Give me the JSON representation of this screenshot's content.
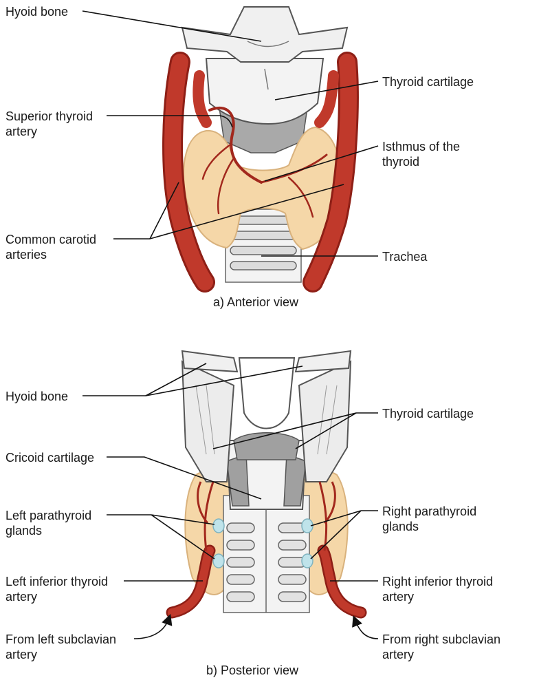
{
  "colors": {
    "artery": "#c0392b",
    "artery_dark": "#8e1f16",
    "thyroid": "#f5d7a8",
    "thyroid_edge": "#d9b27d",
    "cartilage": "#f3f3f3",
    "cartilage_edge": "#5a5a5a",
    "muscle": "#9a9a9a",
    "parathyroid": "#bfe3ea",
    "line": "#111111"
  },
  "anterior": {
    "caption": "a) Anterior view",
    "labels": {
      "hyoid_bone": "Hyoid bone",
      "thyroid_cartilage": "Thyroid cartilage",
      "superior_thyroid_artery": "Superior thyroid\nartery",
      "isthmus": "Isthmus of the\nthyroid",
      "common_carotid": "Common carotid\narteries",
      "trachea": "Trachea"
    }
  },
  "posterior": {
    "caption": "b) Posterior view",
    "labels": {
      "hyoid_bone": "Hyoid bone",
      "thyroid_cartilage": "Thyroid cartilage",
      "cricoid_cartilage": "Cricoid cartilage",
      "left_parathyroid": "Left parathyroid\nglands",
      "right_parathyroid": "Right parathyroid\nglands",
      "left_inferior_thyroid": "Left inferior thyroid\nartery",
      "right_inferior_thyroid": "Right inferior thyroid\nartery",
      "from_left_subclavian": "From left subclavian\nartery",
      "from_right_subclavian": "From right subclavian\nartery"
    }
  }
}
